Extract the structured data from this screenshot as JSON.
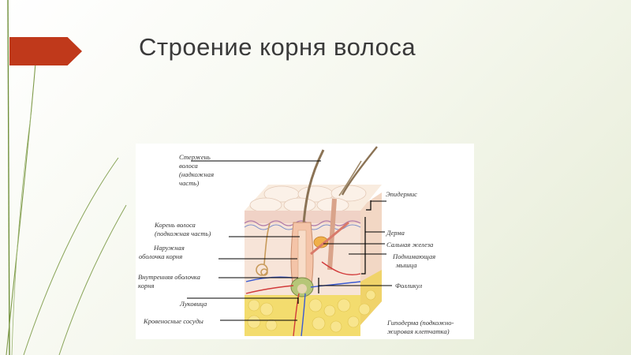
{
  "slide": {
    "title": "Строение корня волоса"
  },
  "diagram": {
    "labels_left": [
      {
        "id": "shaft",
        "lines": [
          "Стержень",
          "волоса",
          "(надкожная",
          "часть)"
        ]
      },
      {
        "id": "root",
        "lines": [
          "Корень волоса",
          "(подкожная часть)"
        ]
      },
      {
        "id": "outer_sheath",
        "lines": [
          "Наружная",
          "оболочка корня"
        ]
      },
      {
        "id": "inner_sheath",
        "lines": [
          "Внутренняя  оболочка",
          "корня"
        ]
      },
      {
        "id": "bulb",
        "lines": [
          "Луковица"
        ]
      },
      {
        "id": "vessels",
        "lines": [
          "Кровеносные сосуды"
        ]
      }
    ],
    "labels_right": [
      {
        "id": "epidermis",
        "lines": [
          "Эпидермис"
        ]
      },
      {
        "id": "dermis",
        "lines": [
          "Дерма"
        ]
      },
      {
        "id": "sebaceous",
        "lines": [
          "Сальная железа"
        ]
      },
      {
        "id": "arrector",
        "lines": [
          "Поднимающая",
          "мышца"
        ]
      },
      {
        "id": "follicle",
        "lines": [
          "Фолликул"
        ]
      },
      {
        "id": "hypodermis",
        "lines": [
          "Гиподерма (подкожно-",
          "жировая клетчатка)"
        ]
      }
    ]
  }
}
